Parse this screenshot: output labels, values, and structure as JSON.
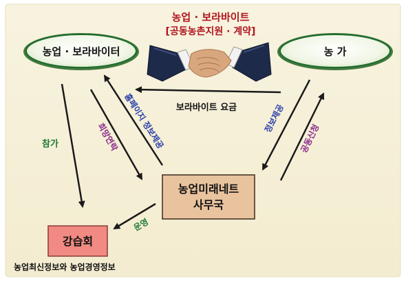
{
  "nodes": {
    "farm_bora": "농업 · 보라바이터",
    "farm_household": "농 가",
    "secretariat_line1": "농업미래네트",
    "secretariat_line2": "사무국",
    "workshop": "강습회"
  },
  "handshake": {
    "line1": "농업 · 보라바이트",
    "line2": "[공동농촌지원 · 계약]"
  },
  "arrows": {
    "bora_fee": "보라바이트 요금",
    "participation": "참가",
    "hope_contact": "희망연락",
    "homepage_info": "홈페이지 정보제공",
    "info_provide": "정보제공",
    "joint_apply": "공동신청",
    "operation": "운영"
  },
  "caption": "농업최신정보와 농업경영정보",
  "colors": {
    "background": "#f6f0d8",
    "ellipse_fill": "#f4f8e8",
    "ellipse_stroke": "#1c6b2e",
    "secretariat_fill": "#e8c39e",
    "workshop_fill": "#f08a82",
    "handshake_title": "#b0141e",
    "label_green": "#1f7a35",
    "label_purple": "#8a2a8a",
    "label_blue": "#2a3fa8",
    "arrow": "#1a1a1a"
  }
}
